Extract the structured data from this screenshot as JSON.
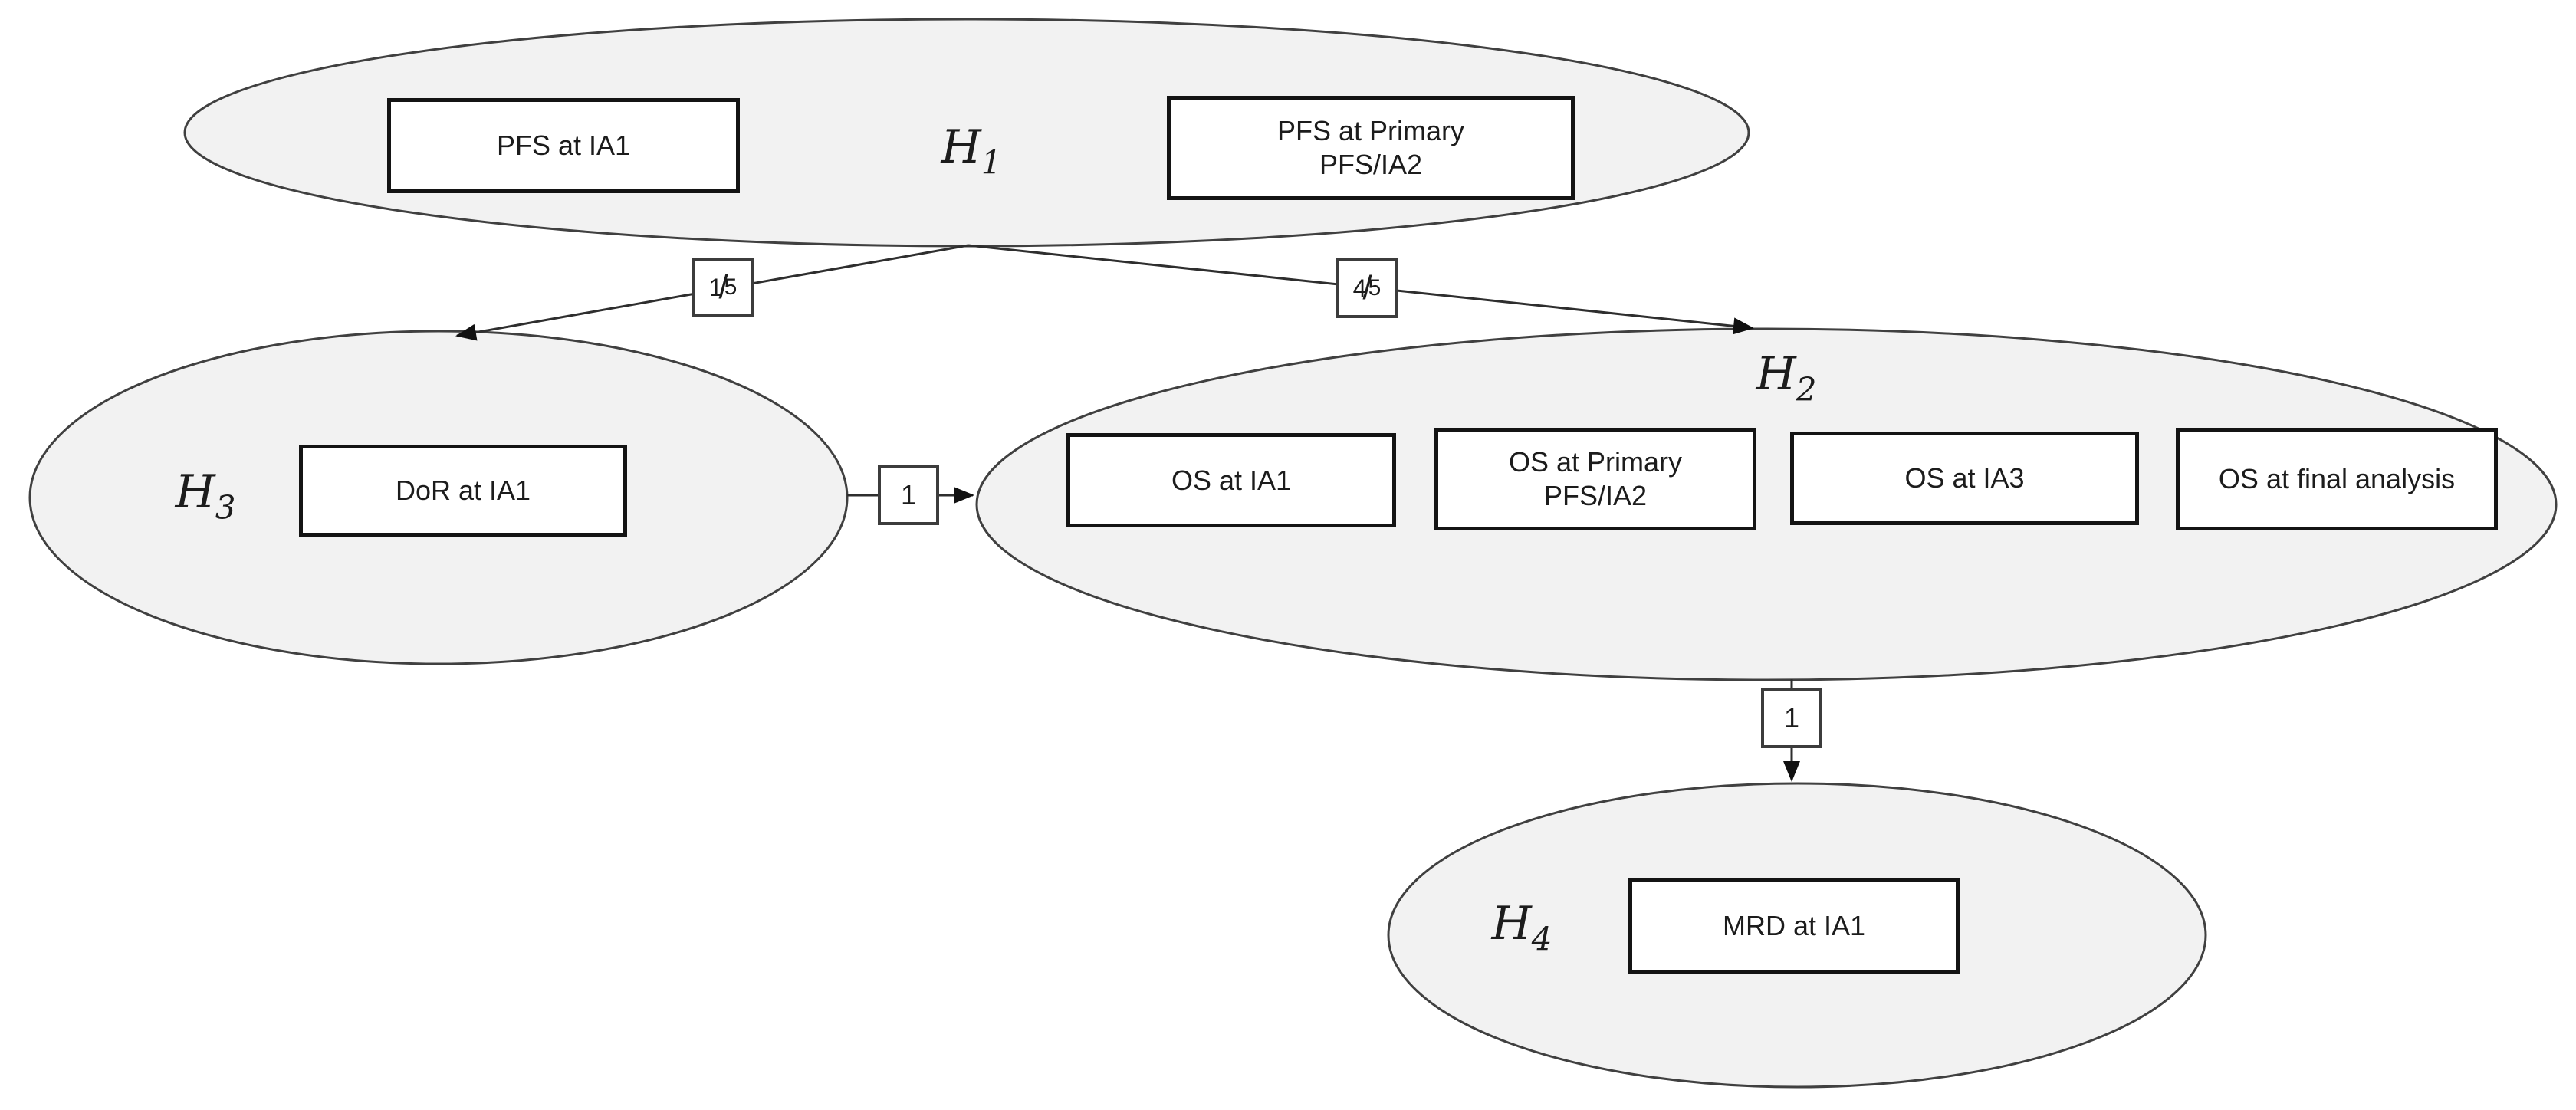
{
  "diagram": {
    "description": "Multiple testing strategy graph with four hypothesis groups and weighted propagation arrows",
    "colors": {
      "background": "#ffffff",
      "ellipse_fill": "#f2f2f2",
      "ellipse_stroke": "#404040",
      "box_border": "#141414",
      "line": "#2e2e2e",
      "text": "#1c1c1c"
    },
    "nodes": {
      "h1": {
        "letter": "H",
        "subscript": "1",
        "endpoints": [
          "PFS at IA1",
          "PFS at Primary PFS/IA2"
        ]
      },
      "h2": {
        "letter": "H",
        "subscript": "2",
        "endpoints": [
          "OS at IA1",
          "OS at Primary PFS/IA2",
          "OS at IA3",
          "OS at final analysis"
        ]
      },
      "h3": {
        "letter": "H",
        "subscript": "3",
        "endpoints": [
          "DoR at IA1"
        ]
      },
      "h4": {
        "letter": "H",
        "subscript": "4",
        "endpoints": [
          "MRD at IA1"
        ]
      }
    },
    "edges": {
      "h1_to_h3": {
        "from": "H1",
        "to": "H3",
        "numerator": "1",
        "slash": "/",
        "denominator": "5"
      },
      "h1_to_h2": {
        "from": "H1",
        "to": "H2",
        "numerator": "4",
        "slash": "/",
        "denominator": "5"
      },
      "h3_to_h2": {
        "from": "H3",
        "to": "H2",
        "weight": "1"
      },
      "h2_to_h4": {
        "from": "H2",
        "to": "H4",
        "weight": "1"
      }
    }
  }
}
